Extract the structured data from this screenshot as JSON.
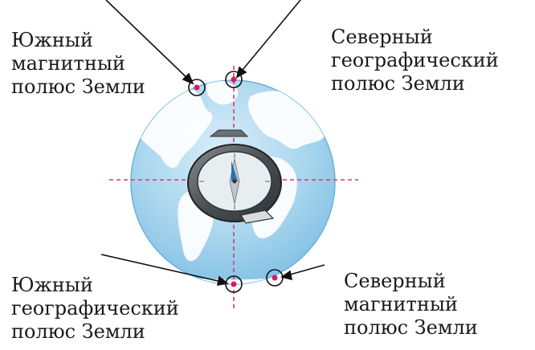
{
  "labels": {
    "south_magnetic": [
      "Южный",
      "магнитный",
      "полюс Земли"
    ],
    "north_geographic": [
      "Северный",
      "географический",
      "полюс Земли"
    ],
    "south_geographic": [
      "Южный",
      "географический",
      "полюс Земли"
    ],
    "north_magnetic": [
      "Северный",
      "магнитный",
      "полюс Земли"
    ]
  },
  "colors": {
    "ocean": "#a8d5ee",
    "ocean_light": "#cfe9f7",
    "land": "#ffffff",
    "axis": "#d63a6a",
    "pole_marker": "#d81b60",
    "compass_body": "#555a5e",
    "compass_face": "#e8eef0",
    "needle_north": "#2a6fb0",
    "needle_south": "#c0c6cc"
  },
  "icons": {
    "globe": "earth-globe-icon",
    "compass": "compass-icon"
  }
}
